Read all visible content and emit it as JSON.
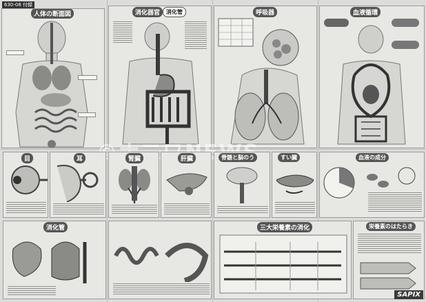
{
  "sheet": {
    "code": "630-08 付録",
    "watermark": "©ナ二ワNEWS",
    "publisher": "SAPIX"
  },
  "top_panels": [
    {
      "title": "人体の断面図"
    },
    {
      "title": "消化器官"
    },
    {
      "title": "呼吸器"
    },
    {
      "title": "血液循環"
    }
  ],
  "digestive_tag": "消化管",
  "middle_panels": [
    {
      "title": "目"
    },
    {
      "title": "耳"
    },
    {
      "title": "腎臓"
    },
    {
      "title": "肝臓"
    },
    {
      "title": "脊髄と脳のう"
    },
    {
      "title": "すい臓"
    },
    {
      "title": "血液の成分"
    }
  ],
  "bottom_panels": [
    {
      "title": "消化管"
    },
    {
      "title": "三大栄養素の消化"
    },
    {
      "title": "栄養素のはたらき"
    }
  ]
}
